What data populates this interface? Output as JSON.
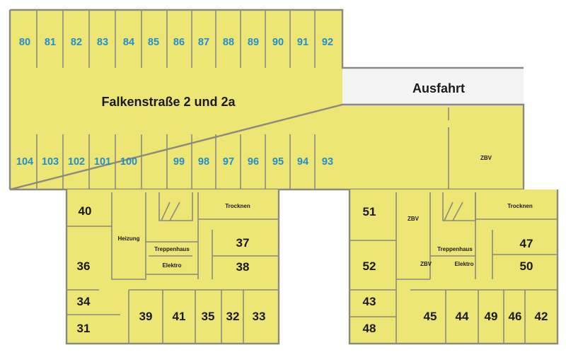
{
  "garage": {
    "title": "Falkenstraße 2 und 2a",
    "exit_label": "Ausfahrt",
    "zbv_label": "ZBV",
    "top_spaces": [
      "80",
      "81",
      "82",
      "83",
      "84",
      "85",
      "86",
      "87",
      "88",
      "89",
      "90",
      "91",
      "92"
    ],
    "bottom_spaces": [
      "104",
      "103",
      "102",
      "101",
      "100",
      "99",
      "98",
      "97",
      "96",
      "95",
      "94",
      "93"
    ]
  },
  "left_building": {
    "rooms": [
      "40",
      "36",
      "34",
      "31",
      "39",
      "41",
      "35",
      "32",
      "33",
      "37",
      "38"
    ],
    "labels": {
      "heating": "Heizung",
      "stairwell": "Treppenhaus",
      "electrical": "Elektro",
      "drying": "Trocknen"
    }
  },
  "right_building": {
    "rooms": [
      "51",
      "52",
      "43",
      "48",
      "45",
      "44",
      "49",
      "46",
      "42",
      "47",
      "50"
    ],
    "labels": {
      "zbv_upper": "ZBV",
      "zbv_lower": "ZBV",
      "stairwell": "Treppenhaus",
      "electrical": "Elektro",
      "drying": "Trocknen"
    }
  }
}
